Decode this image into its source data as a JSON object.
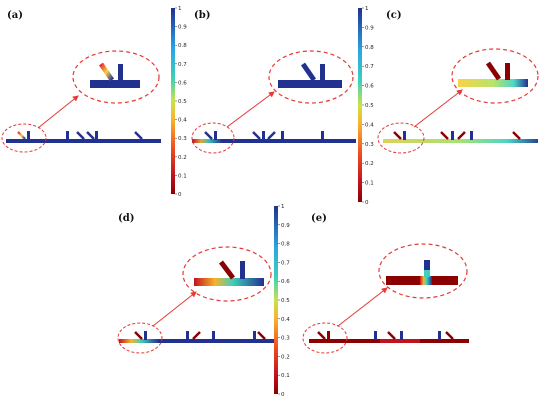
{
  "colors": {
    "min": "#8b0000",
    "max": "#21318f",
    "channel": "#21318f",
    "callout": "#e53935",
    "arrow": "#e53935"
  },
  "colorbar_ticks": [
    "0",
    "0.1",
    "0.2",
    "0.3",
    "0.4",
    "0.5",
    "0.6",
    "0.7",
    "0.8",
    "0.9",
    "1"
  ],
  "panels": [
    {
      "id": "a",
      "label": "(a)",
      "fill_fraction": 0.0,
      "inlet_gradient": "top"
    },
    {
      "id": "b",
      "label": "(b)",
      "fill_fraction": 0.12,
      "inlet_gradient": "mid"
    },
    {
      "id": "c",
      "label": "(c)",
      "fill_fraction": 0.35,
      "inlet_gradient": "band"
    },
    {
      "id": "d",
      "label": "(d)",
      "fill_fraction": 0.55,
      "inlet_gradient": "strong"
    },
    {
      "id": "e",
      "label": "(e)",
      "fill_fraction": 1.0,
      "inlet_gradient": "full"
    }
  ]
}
